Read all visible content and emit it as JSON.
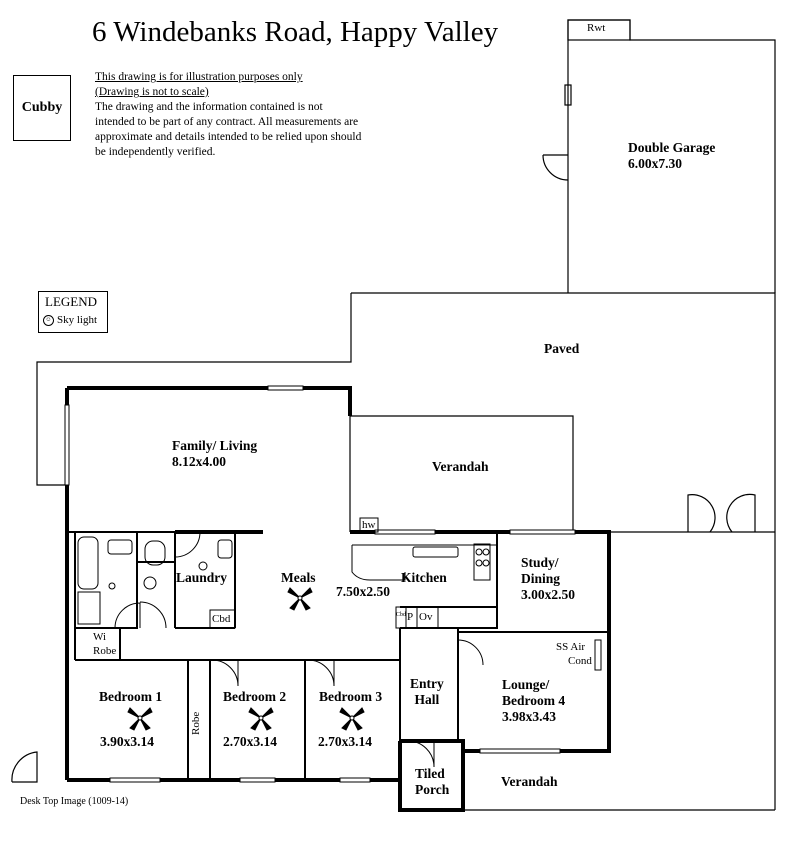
{
  "title": "6 Windebanks Road,  Happy Valley",
  "disclaimer": {
    "line1": "This drawing is for illustration purposes only",
    "line2": "(Drawing is not to scale)",
    "body": "The drawing and the information contained is not intended to be part of any contract.  All measurements are approximate and details intended to be relied upon should be independently verified."
  },
  "cubby": "Cubby",
  "legend": {
    "title": "LEGEND",
    "sky_light": "Sky light"
  },
  "rooms": {
    "rwt": "Rwt",
    "garage_name": "Double Garage",
    "garage_size": "6.00x7.30",
    "paved": "Paved",
    "family_name": "Family/ Living",
    "family_size": "8.12x4.00",
    "verandah_top": "Verandah",
    "hw": "hw",
    "meals": "Meals",
    "kitchen": "Kitchen",
    "kitchen_size": "7.50x2.50",
    "study_name": "Study/",
    "study_name2": "Dining",
    "study_size": "3.00x2.50",
    "laundry": "Laundry",
    "cbd": "Cbd",
    "cbd_small": "Cbd",
    "p": "P",
    "ov": "Ov",
    "wi_robe": "Wi",
    "wi_robe2": "Robe",
    "ss_air": "SS Air",
    "ss_air2": "Cond",
    "lounge_name": "Lounge/",
    "lounge_name2": "Bedroom 4",
    "lounge_size": "3.98x3.43",
    "entry": "Entry",
    "entry2": "Hall",
    "bed1_name": "Bedroom 1",
    "bed1_size": "3.90x3.14",
    "robe": "Robe",
    "bed2_name": "Bedroom 2",
    "bed2_size": "2.70x3.14",
    "bed3_name": "Bedroom 3",
    "bed3_size": "2.70x3.14",
    "porch": "Tiled",
    "porch2": "Porch",
    "verandah_bottom": "Verandah"
  },
  "footer": "Desk Top Image  (1009-14)"
}
